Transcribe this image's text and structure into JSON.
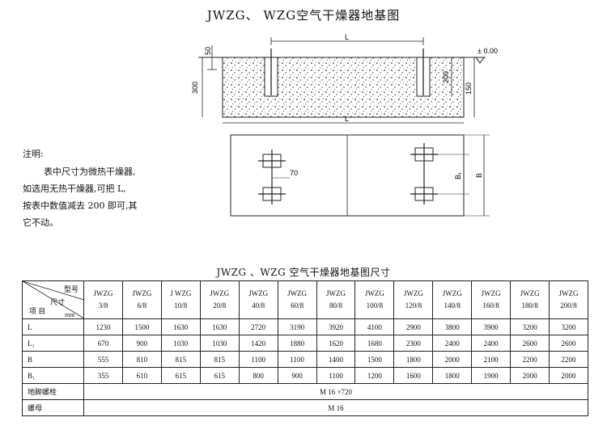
{
  "page": {
    "title": "JWZG、 WZG空气干燥器地基图"
  },
  "drawing": {
    "dim_top_L": "L",
    "dim_mid_L": "L",
    "dim_50": "50",
    "dim_300": "300",
    "dim_200": "200",
    "dim_150": "150",
    "datum": "± 0.00",
    "dim_70": "70",
    "dim_B1": "B₁",
    "dim_B": "B"
  },
  "notes": {
    "header": "注明:",
    "lines": [
      "表中尺寸为微热干燥器,",
      "如选用无热干燥器,可把 L,",
      "按表中数值减去 200 即可,其",
      "它不动。"
    ]
  },
  "table": {
    "title": "JWZG 、WZG 空气干燥器地基图尺寸",
    "corner": {
      "model": "型号",
      "size": "尺寸",
      "item": "项 目",
      "unit": "mm"
    },
    "models": [
      {
        "name": "JWZG",
        "size": "3/8"
      },
      {
        "name": "JWZG",
        "size": "6/8"
      },
      {
        "name": "J WZG",
        "size": "10/8"
      },
      {
        "name": "JWZG",
        "size": "20/8"
      },
      {
        "name": "JWZG",
        "size": "40/8"
      },
      {
        "name": "JWZG",
        "size": "60/8"
      },
      {
        "name": "JWZG",
        "size": "80/8"
      },
      {
        "name": "JWZG",
        "size": "100/8"
      },
      {
        "name": "JWZG",
        "size": "120/8"
      },
      {
        "name": "JWZG",
        "size": "140/8"
      },
      {
        "name": "JWZG",
        "size": "160/8"
      },
      {
        "name": "JWZG",
        "size": "180/8"
      },
      {
        "name": "JWZG",
        "size": "200/8"
      }
    ],
    "rows": [
      {
        "label": "L",
        "values": [
          "1230",
          "1500",
          "1630",
          "1630",
          "2720",
          "3190",
          "3920",
          "4100",
          "2900",
          "3800",
          "3900",
          "3200",
          "3200"
        ]
      },
      {
        "label": "L₁",
        "values": [
          "670",
          "900",
          "1030",
          "1030",
          "1420",
          "1880",
          "1620",
          "1680",
          "2300",
          "2400",
          "2400",
          "2600",
          "2600"
        ]
      },
      {
        "label": "B",
        "values": [
          "555",
          "810",
          "815",
          "815",
          "1100",
          "1100",
          "1400",
          "1500",
          "1800",
          "2000",
          "2100",
          "2200",
          "2200"
        ]
      },
      {
        "label": "B₁",
        "values": [
          "355",
          "610",
          "615",
          "615",
          "800",
          "900",
          "1100",
          "1200",
          "1600",
          "1800",
          "1900",
          "2000",
          "2000"
        ]
      }
    ],
    "bolt": {
      "label": "地脚螺栓",
      "value": "M 16 ×720"
    },
    "nut": {
      "label": "螺母",
      "value": "M 16"
    }
  }
}
